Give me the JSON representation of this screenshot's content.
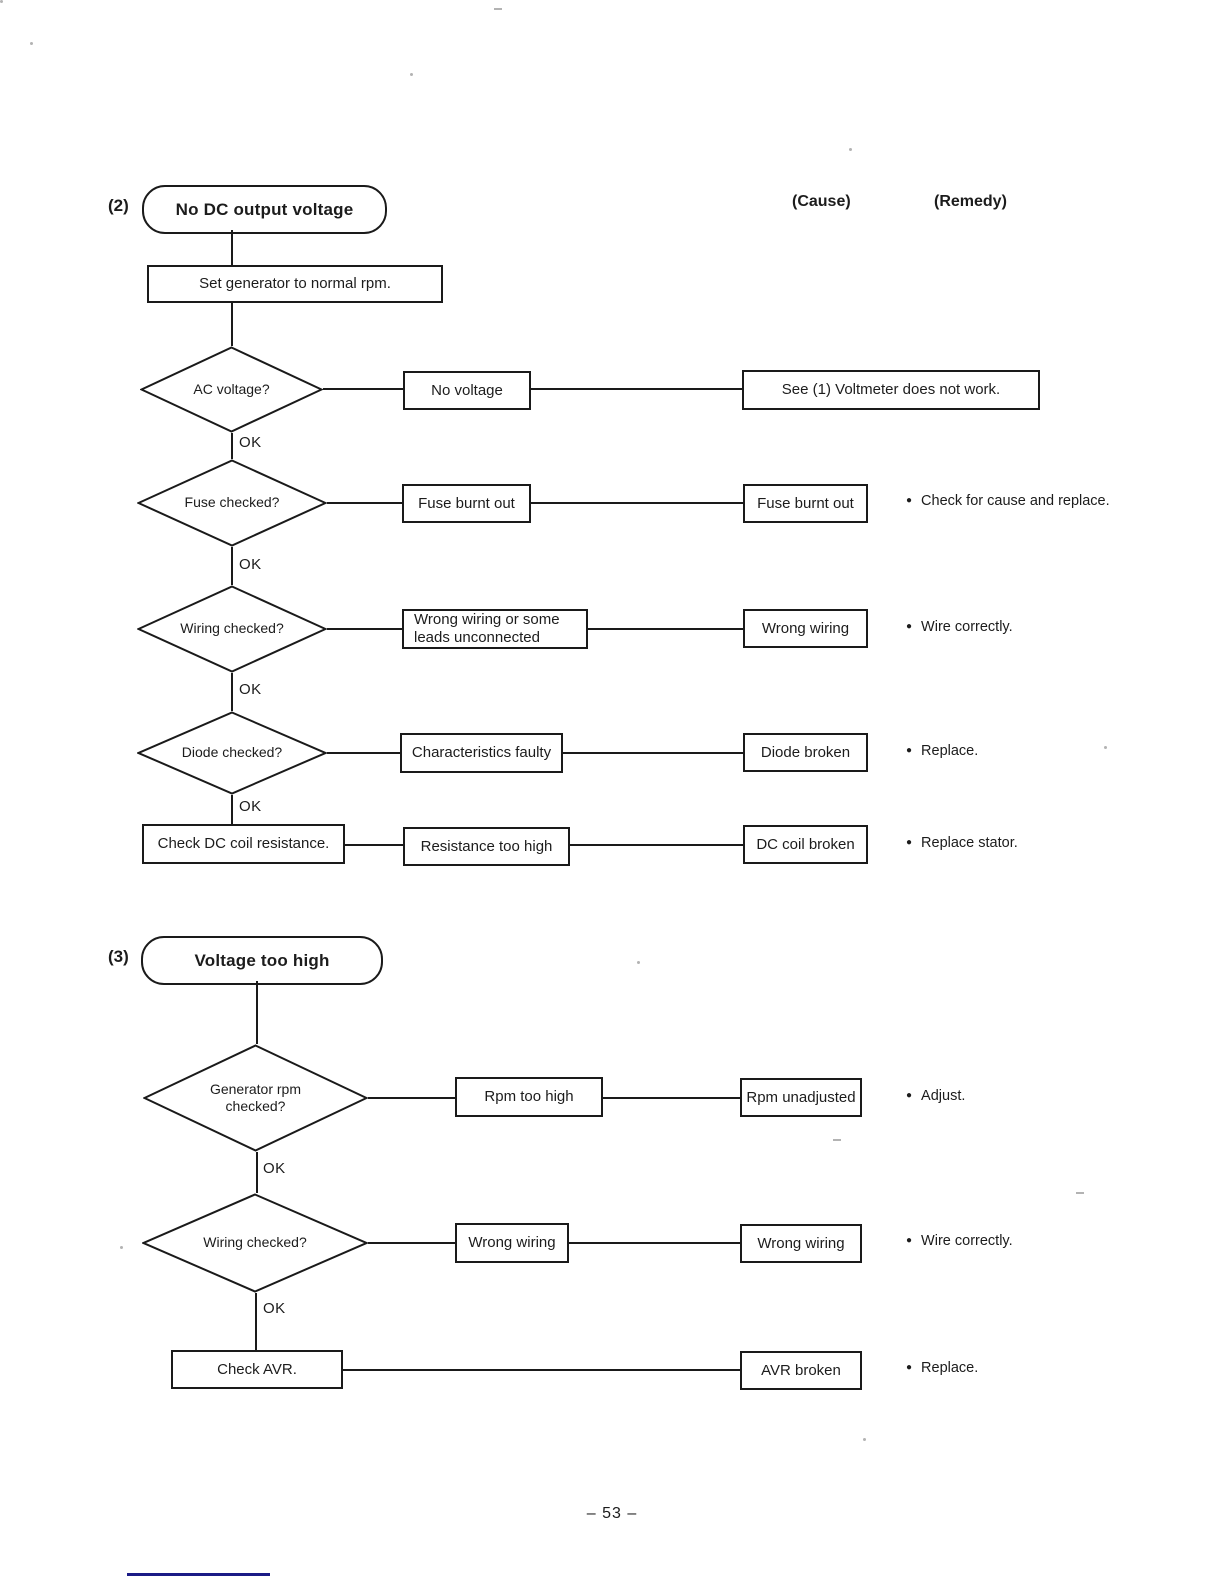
{
  "labels": {
    "ok": "OK",
    "bullet": "●"
  },
  "section2": {
    "number": "(2)",
    "title": "No DC output voltage",
    "col_cause": "(Cause)",
    "col_remedy": "(Remedy)",
    "start": "Set generator to normal rpm.",
    "rows": [
      {
        "check": "AC voltage?",
        "result": "No voltage",
        "cause": "See (1) Voltmeter does not work.",
        "remedy": ""
      },
      {
        "check": "Fuse checked?",
        "result": "Fuse burnt out",
        "cause": "Fuse burnt out",
        "remedy": "Check for cause and replace."
      },
      {
        "check": "Wiring checked?",
        "result": "Wrong wiring or some leads unconnected",
        "cause": "Wrong wiring",
        "remedy": "Wire correctly."
      },
      {
        "check": "Diode checked?",
        "result": "Characteristics faulty",
        "cause": "Diode broken",
        "remedy": "Replace."
      },
      {
        "check": "Check DC coil resistance.",
        "result": "Resistance too high",
        "cause": "DC coil broken",
        "remedy": "Replace stator."
      }
    ]
  },
  "section3": {
    "number": "(3)",
    "title": "Voltage too high",
    "rows": [
      {
        "check": "Generator rpm checked?",
        "result": "Rpm too high",
        "cause": "Rpm unadjusted",
        "remedy": "Adjust."
      },
      {
        "check": "Wiring checked?",
        "result": "Wrong wiring",
        "cause": "Wrong wiring",
        "remedy": "Wire correctly."
      },
      {
        "check": "Check AVR.",
        "result": "",
        "cause": "AVR broken",
        "remedy": "Replace."
      }
    ]
  },
  "footer": {
    "page_number": "– 53 –"
  }
}
